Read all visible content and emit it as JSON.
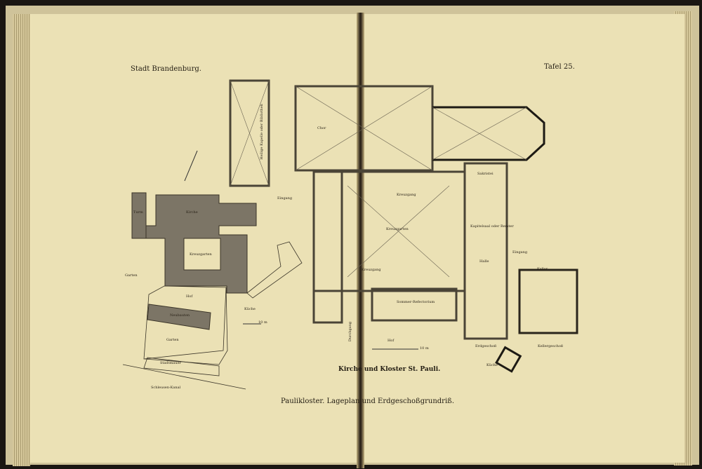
{
  "header": {
    "left": "Stadt Brandenburg.",
    "right": "Tafel 25."
  },
  "site_plan": {
    "church": "Kirche",
    "cloister_garden": "Kreuzgarten",
    "garden_west": "Garten",
    "courtyard": "Hof",
    "new_buildings": "Neubauten",
    "garden_south": "Garten",
    "city_wall": "Stadtmauer",
    "canal": "Schleusen-Kanal",
    "kitchen": "Küche",
    "tower": "Turm",
    "scale_end": "10 m"
  },
  "floor_plan": {
    "chapel": "Heilige Kapelle oder Bibliothek",
    "choir": "Chor",
    "entrance_west": "Eingang",
    "cloister_north": "Kreuzgang",
    "cloister_garden": "Kreuzgarten",
    "cloister_south": "Kreuzgang",
    "summer_refectory": "Sommer-Refectorium",
    "sacristy": "Sakristei",
    "chapter_hall": "Kapitelsaal oder Remter",
    "hall": "Halle",
    "entrance_east": "Eingang",
    "ground_floor": "Erdgeschoß",
    "cellar_label": "Keller",
    "cellar_floor": "Kellergeschoß",
    "kitchen": "Küche",
    "passage": "Durchgang",
    "yard": "Hof",
    "scale_end": "10 m",
    "title": "Kirche und Kloster St. Pauli."
  },
  "caption": "Paulikloster.  Lageplan und Erdgeschoßgrundriß."
}
